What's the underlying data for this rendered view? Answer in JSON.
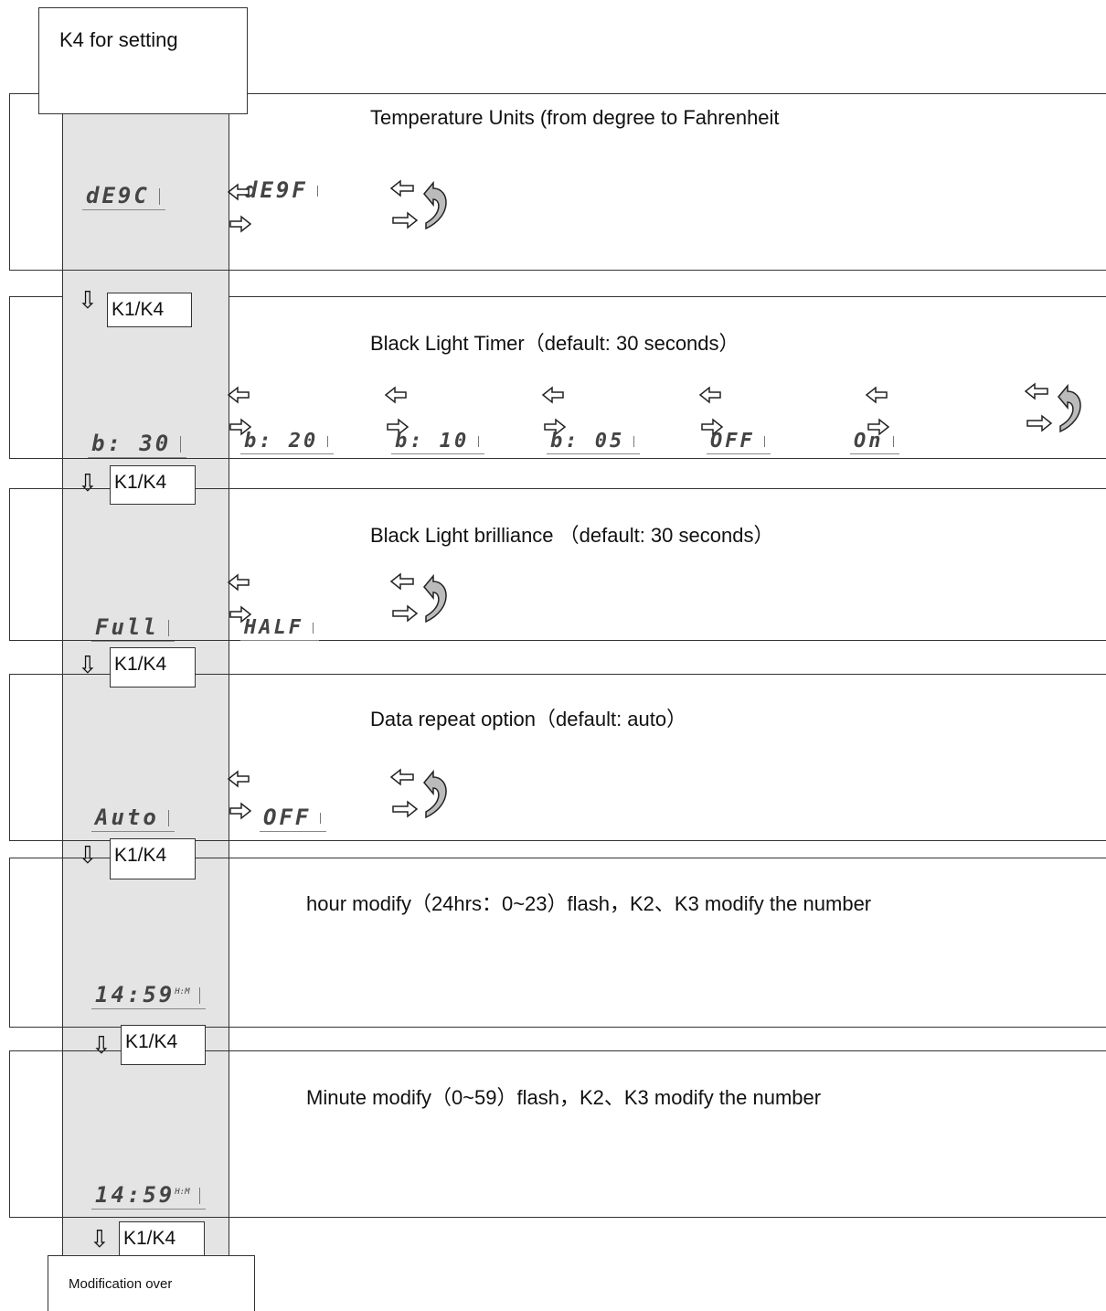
{
  "start_label": "K4 for setting",
  "end_label": "Modification over",
  "key_label": "K1/K4",
  "panels": [
    {
      "title": "Temperature Units (from degree to Fahrenheit",
      "left_display": "dE9C",
      "options": [
        "dE9F"
      ]
    },
    {
      "title": "Black Light Timer（default: 30 seconds）",
      "left_display": "b: 30",
      "options": [
        "b: 20",
        "b: 10",
        "b: 05",
        "OFF",
        "On"
      ]
    },
    {
      "title": "Black Light brilliance （default: 30 seconds）",
      "left_display": "Full",
      "options": [
        "HALF"
      ]
    },
    {
      "title": "Data repeat option（default: auto）",
      "left_display": "Auto",
      "options": [
        "OFF"
      ]
    },
    {
      "title": "hour modify（24hrs：0~23）flash，K2、K3 modify the number",
      "left_display": "14:59",
      "display_unit": "H:M",
      "options": []
    },
    {
      "title": "Minute modify（0~59）flash，K2、K3 modify the number",
      "left_display": "14:59",
      "display_unit": "H:M",
      "options": []
    }
  ]
}
